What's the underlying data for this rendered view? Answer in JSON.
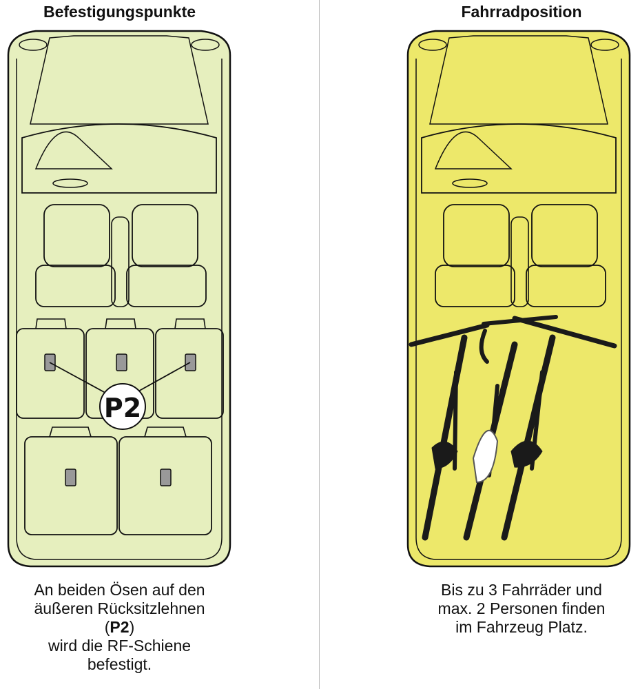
{
  "left_panel": {
    "title": "Befestigungspunkte",
    "marker_label": "P2",
    "caption": {
      "line1": "An beiden Ösen auf den",
      "line2": "äußeren Rücksitzlehnen",
      "line3_open": "(",
      "line3_bold": "P2",
      "line3_close": ")",
      "line4": "wird die RF-Schiene",
      "line5": "befestigt."
    },
    "fill_color": "#e6efbe"
  },
  "right_panel": {
    "title": "Fahrradposition",
    "caption": {
      "line1": "Bis zu 3 Fahrräder und",
      "line2": "max. 2 Personen finden",
      "line3": "im Fahrzeug Platz."
    },
    "fill_color": "#ede86a"
  }
}
